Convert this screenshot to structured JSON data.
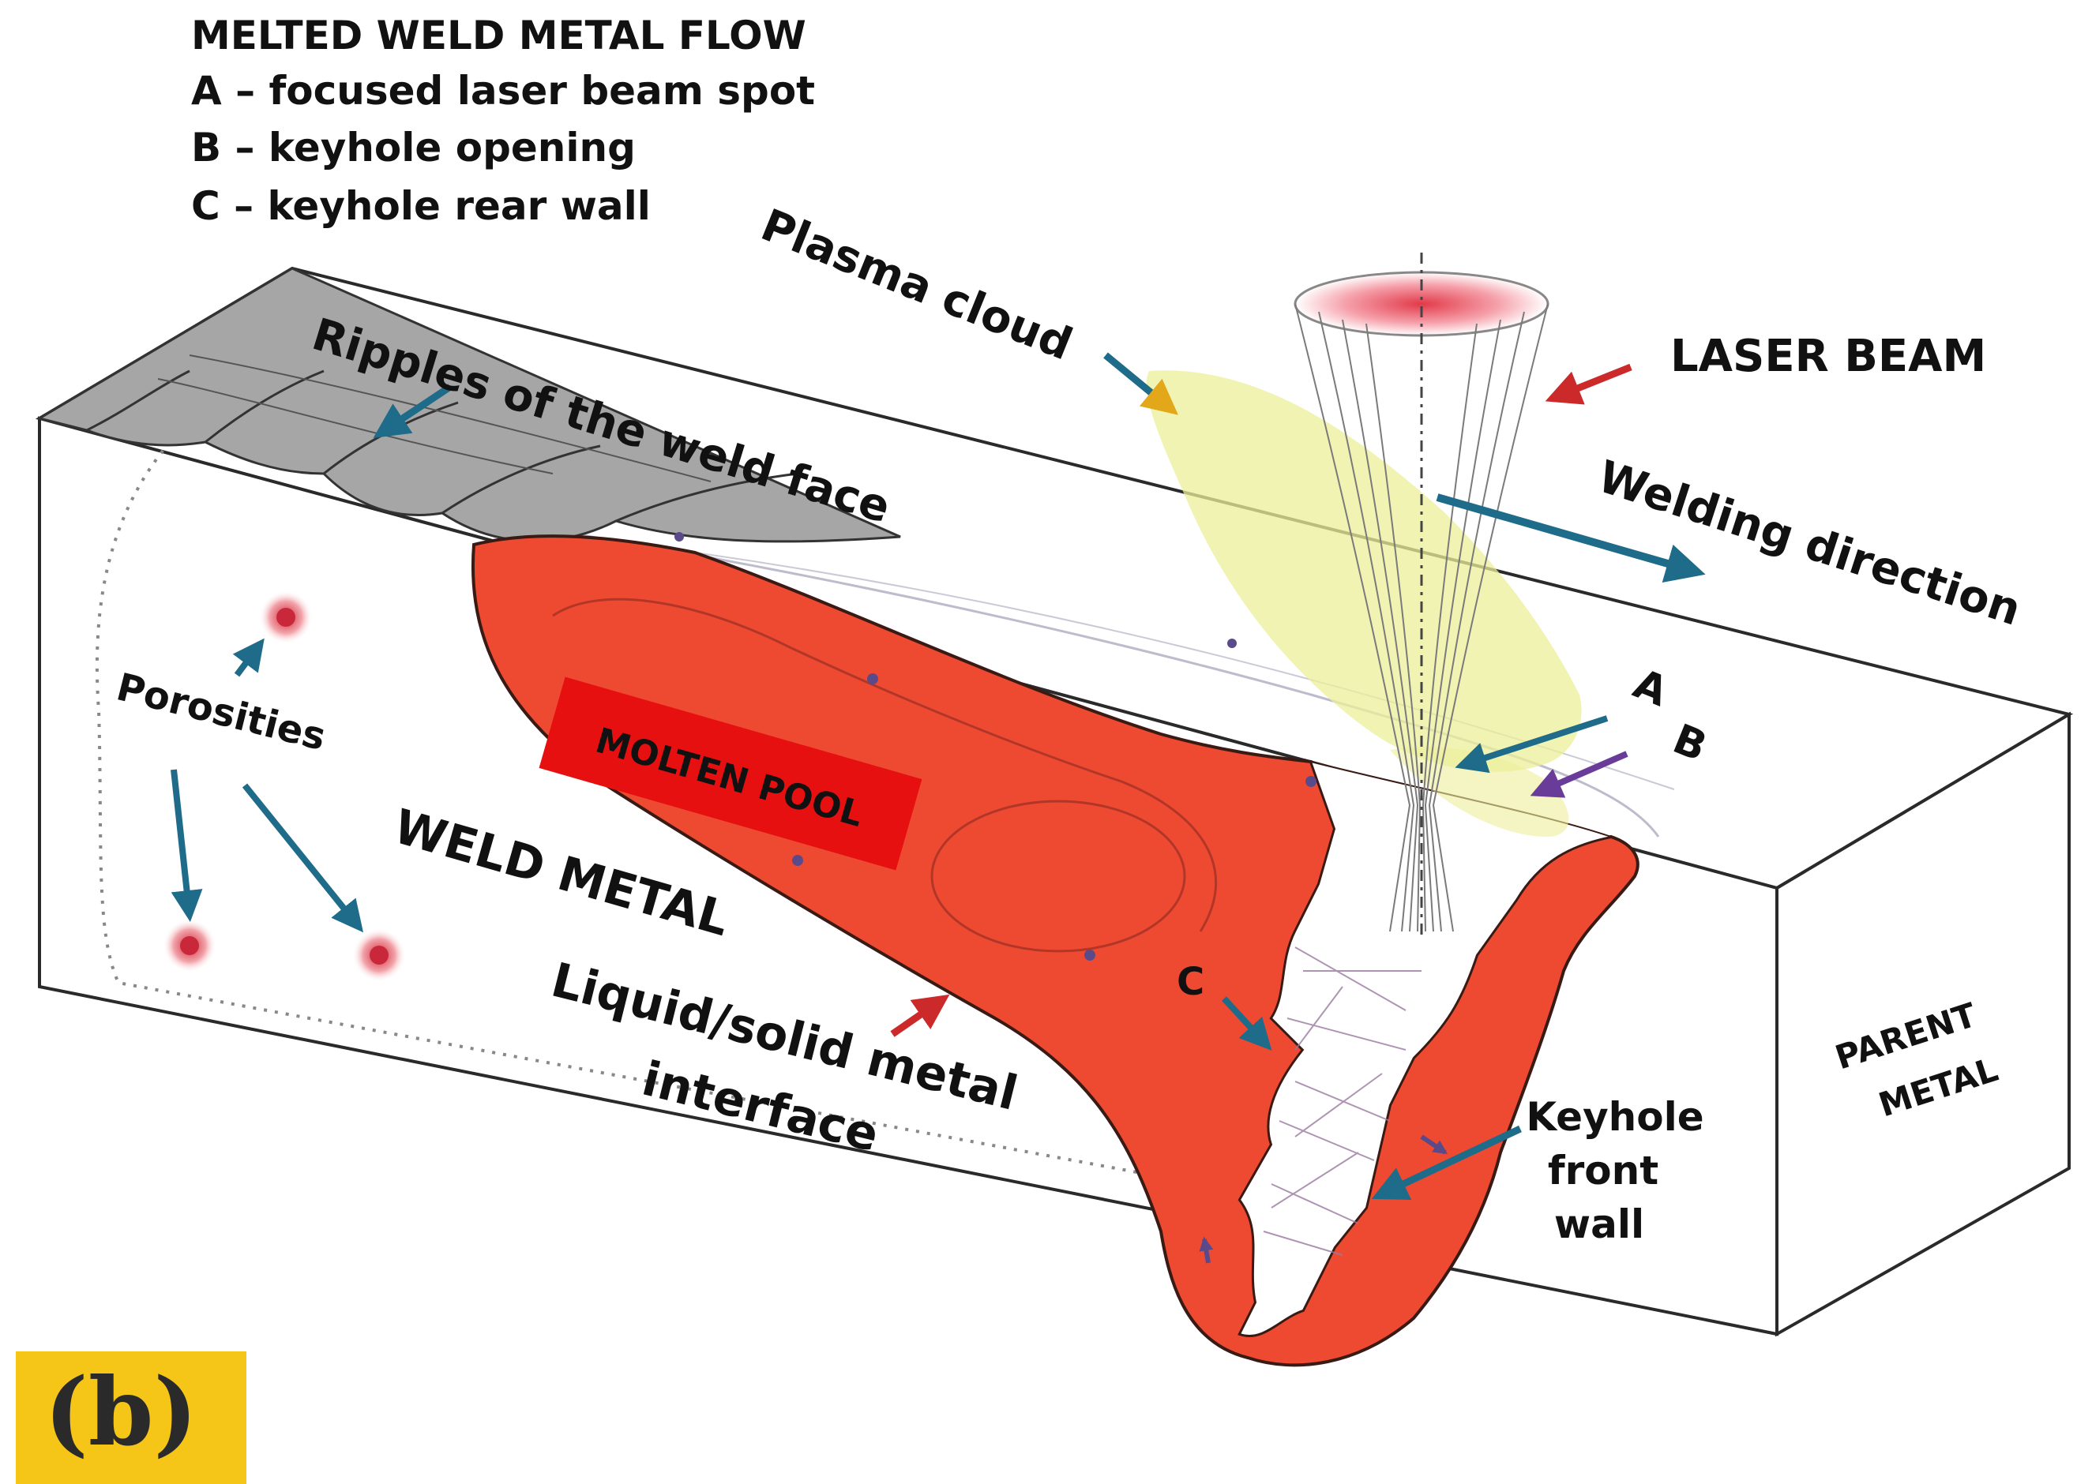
{
  "legend": {
    "heading": "MELTED WELD METAL FLOW",
    "items": [
      "A – focused laser beam spot",
      "B – keyhole opening",
      "C – keyhole rear wall"
    ]
  },
  "labels": {
    "plasma_cloud": "Plasma cloud",
    "laser_beam": "LASER BEAM",
    "ripples": "Ripples of the weld face",
    "welding_direction": "Welding direction",
    "a": "A",
    "b": "B",
    "c": "C",
    "porosities": "Porosities",
    "molten_pool": "MOLTEN POOL",
    "weld_metal": "WELD METAL",
    "liquid_solid_line1": "Liquid/solid metal",
    "liquid_solid_line2": "interface",
    "keyhole_line1": "Keyhole",
    "keyhole_line2": "front",
    "keyhole_line3": "wall",
    "parent_line1": "PARENT",
    "parent_line2": "METAL"
  },
  "panel_label": "(b)",
  "colors": {
    "molten": "#ee4a32",
    "molten_box": "#e61010",
    "plasma": "#ecef9a",
    "arrow_blue": "#1e6b8a",
    "arrow_red": "#cc2a2a",
    "ripple": "#9a9a9a",
    "badge": "#f5c518"
  }
}
